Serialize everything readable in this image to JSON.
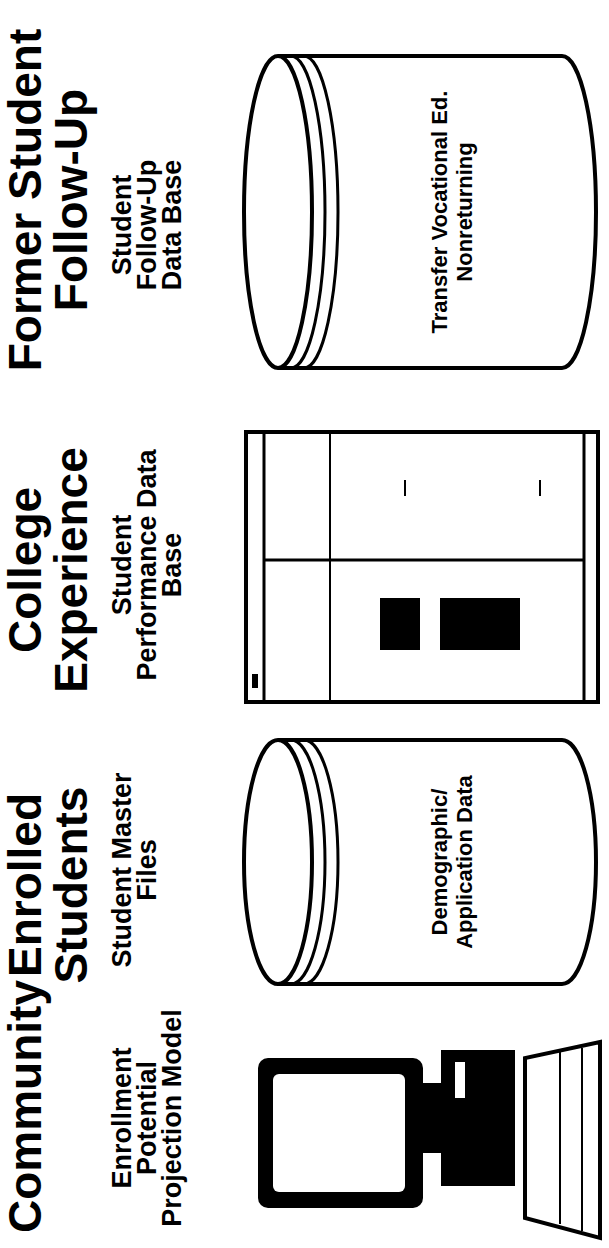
{
  "diagram": {
    "nodes": [
      {
        "text": [
          "Demographic/ Application Data"
        ]
      },
      {
        "text": [
          "Transfer Vocational Ed. Nonreturning"
        ]
      }
    ],
    "labels": [
      "Community",
      "Enrolled Students",
      "College Experience",
      "Former Student Follow-Up",
      "Enrollment Potential Projection Model",
      "Student Master Files",
      "Student Performance Data Base",
      "Student Follow-Up Data Base"
    ]
  }
}
